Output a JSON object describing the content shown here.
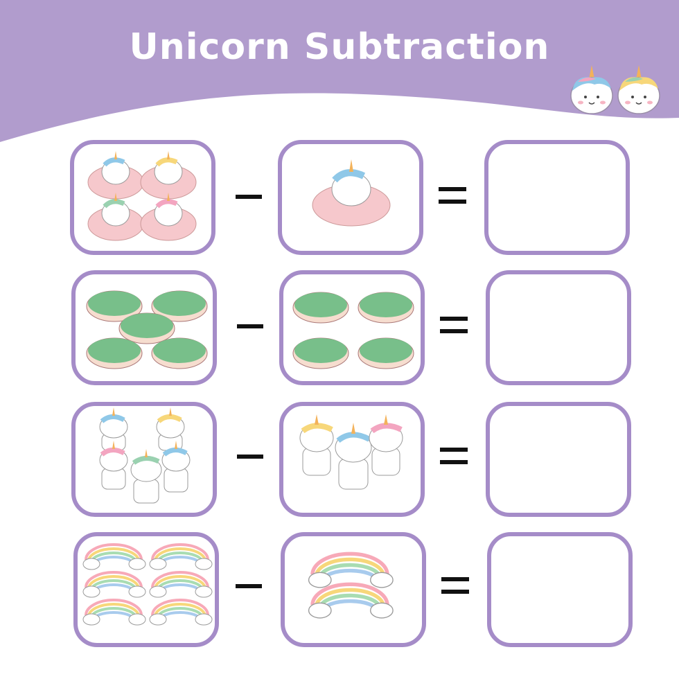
{
  "title": "Unicorn Subtraction",
  "colors": {
    "header": "#b19ccd",
    "box_border": "#a58cc8",
    "donut_pink": "#f6c8cc",
    "donut_green": "#78bf8a",
    "donut_base": "#f6ddcf"
  },
  "worksheet": {
    "rows": [
      {
        "left_count": 4,
        "left_item": "unicorn-on-pink-donut",
        "right_count": 1,
        "right_item": "unicorn-on-pink-donut",
        "answer": ""
      },
      {
        "left_count": 5,
        "left_item": "green-donut",
        "right_count": 4,
        "right_item": "green-donut",
        "answer": ""
      },
      {
        "left_count": 5,
        "left_item": "sitting-unicorn",
        "right_count": 3,
        "right_item": "sitting-unicorn",
        "answer": ""
      },
      {
        "left_count": 6,
        "left_item": "rainbow-cloud",
        "right_count": 2,
        "right_item": "rainbow-cloud",
        "answer": ""
      }
    ]
  }
}
